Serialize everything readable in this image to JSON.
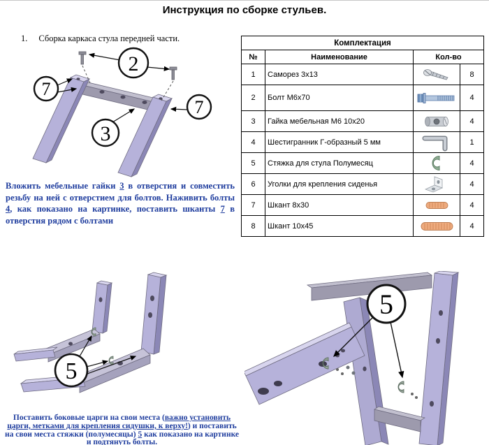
{
  "page": {
    "title": "Инструкция по сборке стульев."
  },
  "step1": {
    "number": "1.",
    "heading": "Сборка каркаса стула передней части.",
    "callouts": {
      "bolts": "2",
      "dowels_left": "7",
      "nut": "3",
      "dowels_right": "7"
    },
    "description": [
      "Вложить мебельные гайки ",
      "3",
      " в отверстия и совместить резьбу на ней с отверстием для болтов. Наживить болты ",
      "4",
      ", как показано на картинке, поставить шканты ",
      "7",
      " в отверстия рядом с болтами"
    ]
  },
  "parts_table": {
    "title": "Комплектация",
    "headers": {
      "num": "№",
      "name": "Наименование",
      "qty": "Кол-во"
    },
    "rows": [
      {
        "num": "1",
        "name": "Саморез 3х13",
        "icon": "screw-icon",
        "qty": "8"
      },
      {
        "num": "2",
        "name": "Болт  М6х70",
        "icon": "bolt-icon",
        "qty": "4"
      },
      {
        "num": "3",
        "name": "Гайка мебельная М6 10х20",
        "icon": "barrel-nut-icon",
        "qty": "4"
      },
      {
        "num": "4",
        "name": "Шестигранник Г-образный 5 мм",
        "icon": "hex-key-icon",
        "qty": "1"
      },
      {
        "num": "5",
        "name": "Стяжка для стула Полумесяц",
        "icon": "crescent-bracket-icon",
        "qty": "4"
      },
      {
        "num": "6",
        "name": "Уголки для крепления сиденья",
        "icon": "corner-bracket-icon",
        "qty": "4"
      },
      {
        "num": "7",
        "name": "Шкант 8х30",
        "icon": "dowel-icon",
        "qty": "4"
      },
      {
        "num": "8",
        "name": "Шкант 10х45",
        "icon": "dowel-icon",
        "qty": "4"
      }
    ]
  },
  "step2": {
    "callout": "5",
    "description": [
      "Поставить боковые царги на свои места (",
      "важно установить царги, метками для крепления сидушки, к верху!",
      ") и поставить на свои места стяжки (полумесяцы) ",
      "5",
      " как показано на картинке и подтянуть болты."
    ]
  },
  "colors": {
    "text_blue": "#1f3d9e",
    "wood_lavender": "#b6b2da",
    "wood_shadow": "#8b87b6",
    "wood_light": "#d8d5ee",
    "rail_gray": "#9d9aad",
    "crescent_green": "#8fae94",
    "dowel_orange": "#eeab7e",
    "bolt_blue": "#6d8fba"
  }
}
